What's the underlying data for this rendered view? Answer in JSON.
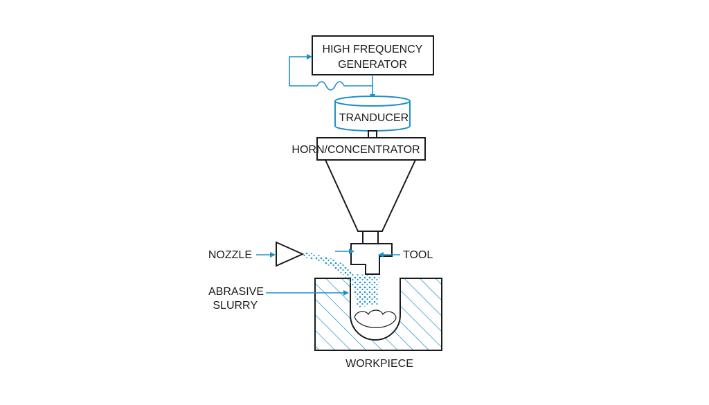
{
  "labels": {
    "generator_line1": "HIGH FREQUENCY",
    "generator_line2": "GENERATOR",
    "transducer": "TRANDUCER",
    "horn": "HORN/CONCENTRATOR",
    "nozzle": "NOZZLE",
    "tool": "TOOL",
    "abrasive_line1": "ABRASIVE",
    "abrasive_line2": "SLURRY",
    "workpiece": "WORKPIECE"
  },
  "colors": {
    "accent": "#1e90c8",
    "outline": "#1a1a1a",
    "background": "#ffffff"
  }
}
